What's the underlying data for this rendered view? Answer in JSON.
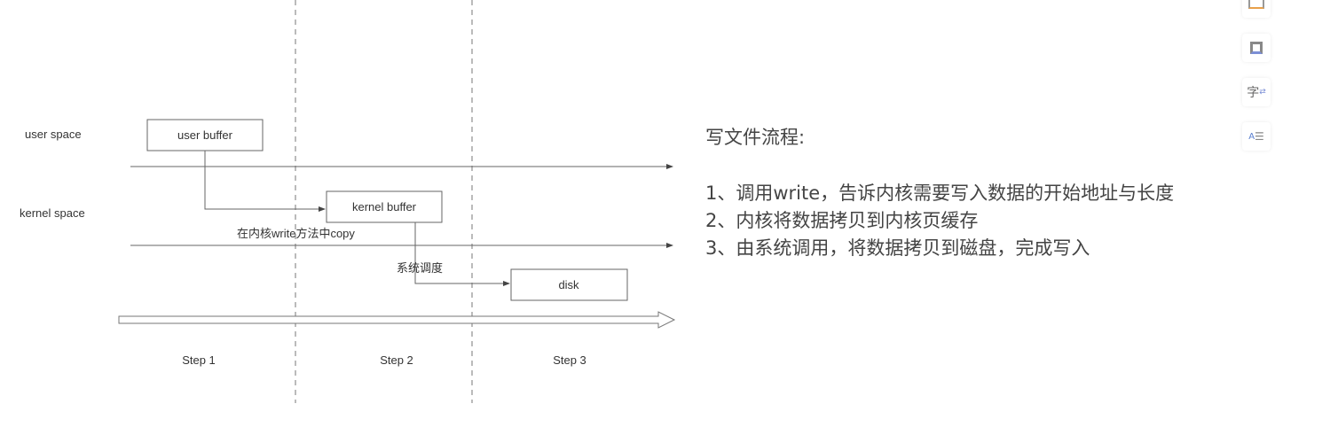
{
  "diagram": {
    "user_space_label": "user space",
    "kernel_space_label": "kernel space",
    "user_buffer": "user buffer",
    "kernel_buffer": "kernel buffer",
    "disk": "disk",
    "copy_label": "在内核write方法中copy",
    "schedule_label": "系统调度",
    "steps": [
      "Step 1",
      "Step 2",
      "Step 3"
    ]
  },
  "notes": {
    "title": "写文件流程:",
    "items": [
      "1、调用write，告诉内核需要写入数据的开始地址与长度",
      "2、内核将数据拷贝到内核页缓存",
      "3、由系统调用，将数据拷贝到磁盘，完成写入"
    ]
  },
  "toolbar": {
    "icons": [
      "mail-icon",
      "frame-icon",
      "font-icon",
      "translate-icon"
    ],
    "font_glyph": "字"
  }
}
